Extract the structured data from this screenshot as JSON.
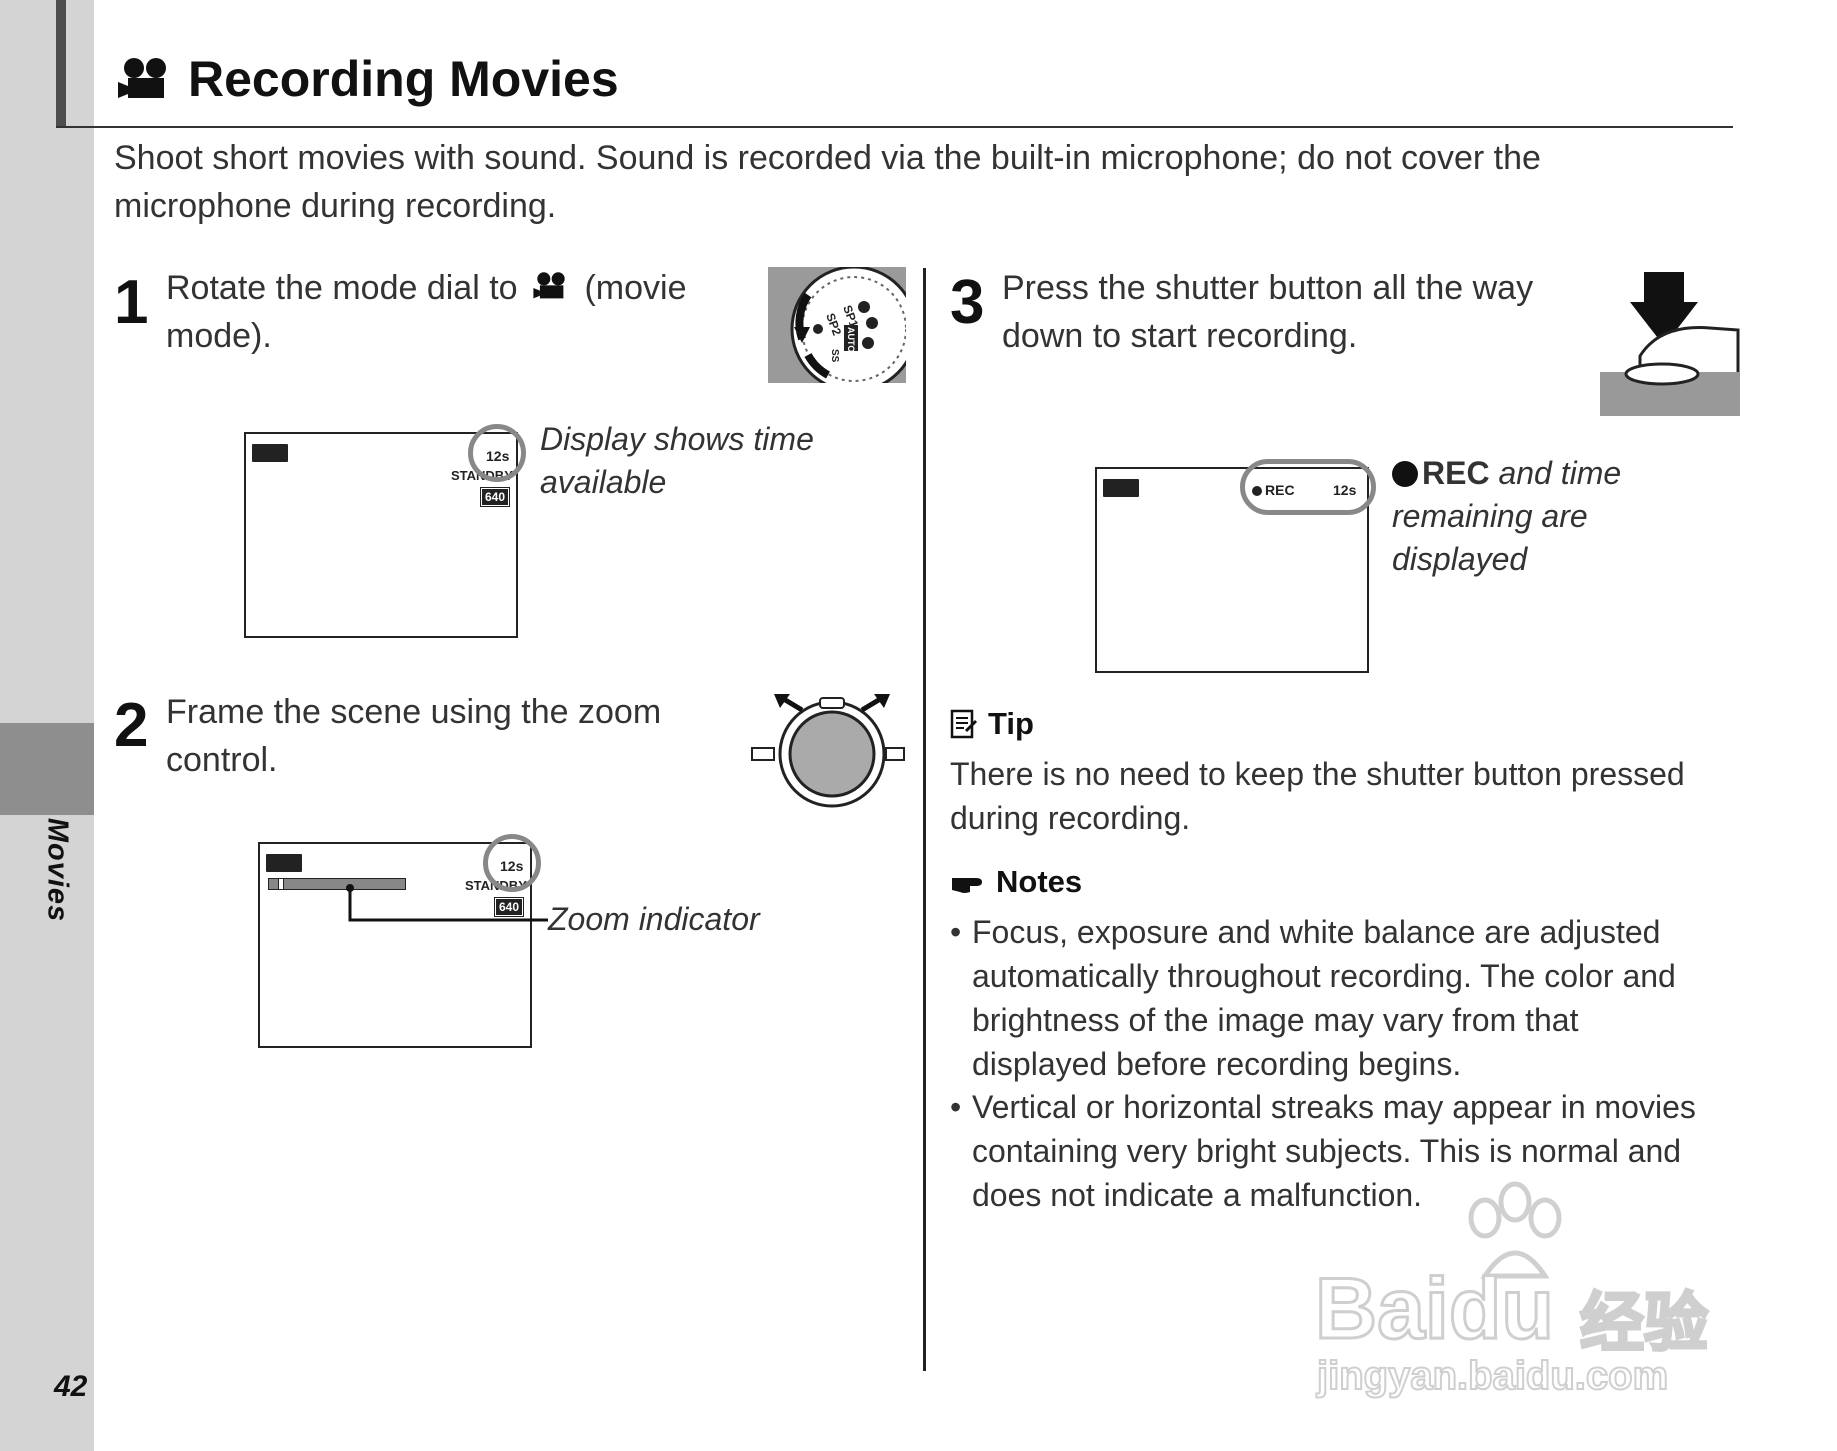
{
  "sidebar": {
    "section_label": "Movies",
    "page_number": "42"
  },
  "header": {
    "title": "Recording Movies",
    "icon": "movie-camera-icon"
  },
  "intro": "Shoot short movies with sound.  Sound is recorded via the built-in microphone; do not cover the microphone during recording.",
  "steps": [
    {
      "number": "1",
      "text_a": "Rotate the mode dial to",
      "text_b": "(movie mode).",
      "caption": "Display shows time available",
      "lcd": {
        "time": "12s",
        "status": "STANDBY",
        "resolution": "640"
      },
      "dial_labels": [
        "SP1",
        "SP2",
        "AUTO",
        "SS"
      ]
    },
    {
      "number": "2",
      "text": "Frame the scene using the zoom control.",
      "caption": "Zoom indicator",
      "lcd": {
        "time": "12s",
        "status": "STANDBY",
        "resolution": "640"
      },
      "zoom_level": 0.05
    },
    {
      "number": "3",
      "text": "Press the shutter button all the way down to start recording.",
      "caption_bold": "REC",
      "caption": "and time remaining are displayed",
      "lcd": {
        "rec": "REC",
        "time": "12s"
      }
    }
  ],
  "tip": {
    "heading": "Tip",
    "text": "There is no need to keep the shutter button pressed during recording."
  },
  "notes": {
    "heading": "Notes",
    "items": [
      "Focus, exposure and white balance are adjusted automatically throughout recording.  The color and brightness of the image may vary from that displayed before recording begins.",
      "Vertical or horizontal streaks may appear in movies containing very bright subjects.  This is normal and does not indicate a malfunction."
    ]
  },
  "watermark": {
    "brand": "Baidu",
    "chinese": "经验",
    "url": "jingyan.baidu.com"
  }
}
